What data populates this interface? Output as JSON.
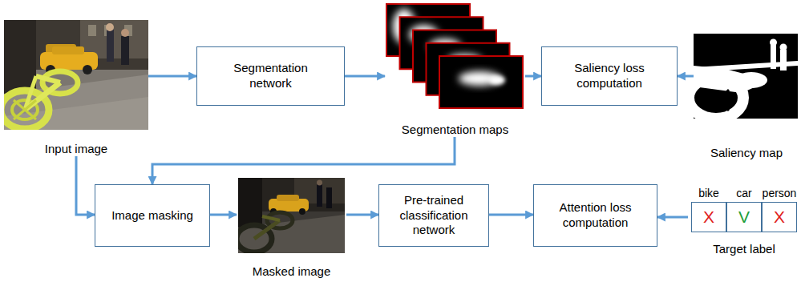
{
  "diagram": {
    "nodes": [
      {
        "text": [
          "Input image"
        ]
      },
      {
        "text": [
          "Segmentation network"
        ]
      },
      {
        "text": [
          "Segmentation maps"
        ]
      },
      {
        "text": [
          "Saliency loss computation"
        ]
      },
      {
        "text": [
          "Saliency map"
        ]
      },
      {
        "text": [
          "Image masking"
        ]
      },
      {
        "text": [
          "Masked image"
        ]
      },
      {
        "text": [
          "Pre-trained classification network"
        ]
      },
      {
        "text": [
          "Attention loss computation"
        ]
      },
      {
        "text": [
          "Target label"
        ]
      },
      {
        "text": [
          "bike",
          "X"
        ],
        "in": 9
      },
      {
        "text": [
          "car",
          "V"
        ],
        "in": 9
      },
      {
        "text": [
          "person",
          "X"
        ],
        "in": 9
      }
    ],
    "edges": [
      {
        "from": 0,
        "to": 1,
        "arrow": "to"
      },
      {
        "from": 1,
        "to": 2,
        "arrow": "to"
      },
      {
        "from": 2,
        "to": 3,
        "arrow": "to"
      },
      {
        "from": 4,
        "to": 3,
        "arrow": "to"
      },
      {
        "from": 2,
        "to": 5,
        "arrow": "to"
      },
      {
        "from": 0,
        "to": 5,
        "arrow": "to"
      },
      {
        "from": 5,
        "to": 6,
        "arrow": "to"
      },
      {
        "from": 6,
        "to": 7,
        "arrow": "to"
      },
      {
        "from": 7,
        "to": 8,
        "arrow": "to"
      },
      {
        "from": 9,
        "to": 8,
        "arrow": "to"
      }
    ]
  }
}
